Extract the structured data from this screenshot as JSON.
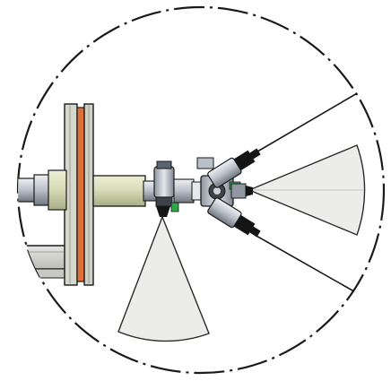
{
  "colors": {
    "background": "#ffffff",
    "outline": "#1a1a1a",
    "spray_fill": "#ececea",
    "spray_stroke": "#2a2a2a",
    "spindle_fill": "#d8dcb8",
    "spindle_shade": "#b8bd94",
    "flange_orange": "#e0703a",
    "flange_dark": "#6b5a4a",
    "frame_grey": "#d2d2cf",
    "frame_shade": "#a9a9a4",
    "metal_light": "#cfd3d8",
    "metal_mid": "#9aa1aa",
    "metal_dark": "#3d4148",
    "nozzle_black": "#141414",
    "accent_green": "#2fa84a"
  },
  "boundary": {
    "style": "dash-dot",
    "shape": "circle"
  },
  "parts": [
    {
      "name": "frame-plate",
      "shape": "flat plate"
    },
    {
      "name": "flange-disk",
      "shape": "disk with orange rim"
    },
    {
      "name": "spindle-shaft",
      "shape": "cylinder"
    },
    {
      "name": "rotary-hub",
      "shape": "hub"
    },
    {
      "name": "vertical-nozzle",
      "shape": "nozzle pointing down"
    },
    {
      "name": "upper-nozzle",
      "shape": "angled nozzle"
    },
    {
      "name": "lower-nozzle",
      "shape": "angled nozzle"
    },
    {
      "name": "front-nozzle",
      "shape": "nozzle pointing right"
    }
  ],
  "spray_patterns": [
    {
      "name": "spray-down",
      "shape": "fan"
    },
    {
      "name": "spray-right",
      "shape": "fan"
    },
    {
      "name": "spray-upper-right",
      "shape": "line"
    },
    {
      "name": "spray-lower-right",
      "shape": "line"
    }
  ]
}
